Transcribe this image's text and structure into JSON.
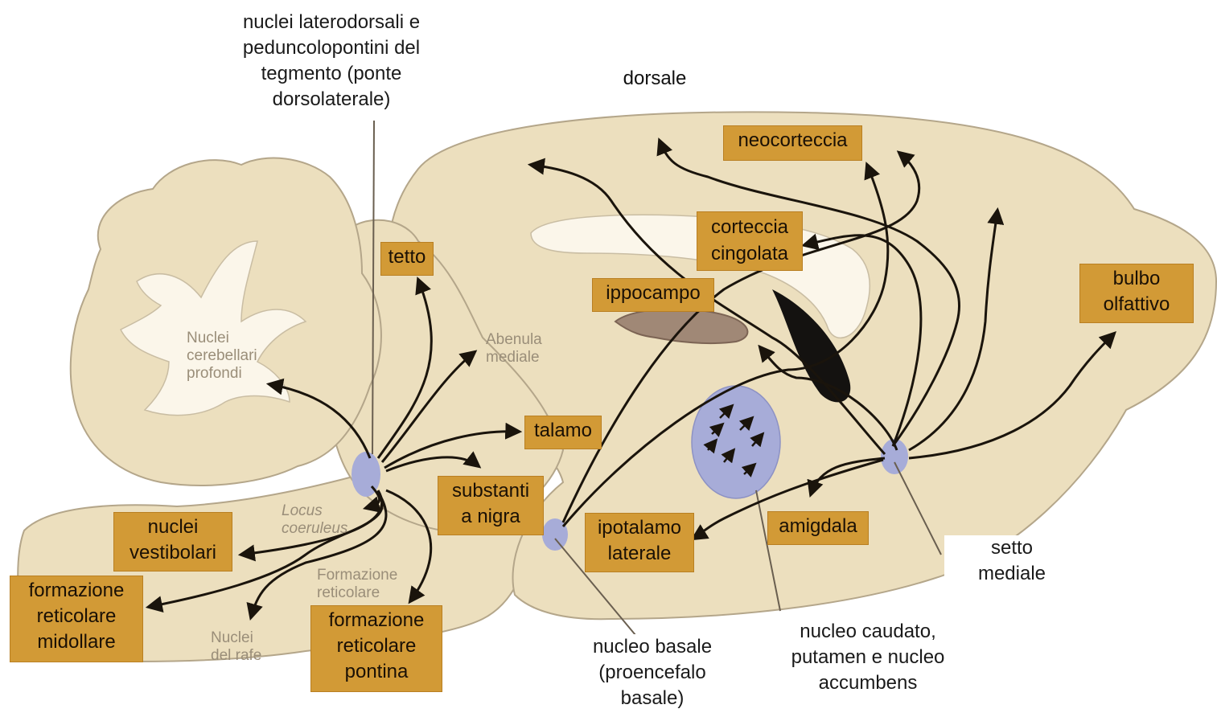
{
  "labels": {
    "nuclei_ldpt": [
      "nuclei laterodorsali e",
      "peduncolopontini del",
      "tegmento (ponte",
      "dorsolaterale)"
    ],
    "dorsale": "dorsale",
    "neocorteccia": "neocorteccia",
    "corteccia_cingolata": [
      "corteccia",
      "cingolata"
    ],
    "tetto": "tetto",
    "ippocampo": "ippocampo",
    "bulbo_olfattivo": [
      "bulbo",
      "olfattivo"
    ],
    "talamo": "talamo",
    "substantia_nigra": [
      "substanti",
      "a nigra"
    ],
    "nuclei_vestibolari": [
      "nuclei",
      "vestibolari"
    ],
    "ipotalamo_laterale": [
      "ipotalamo",
      "laterale"
    ],
    "amigdala": "amigdala",
    "setto_mediale": [
      "setto",
      "mediale"
    ],
    "formazione_reticolare_midollare": [
      "formazione",
      "reticolare",
      "midollare"
    ],
    "formazione_reticolare_pontina": [
      "formazione",
      "reticolare",
      "pontina"
    ],
    "nucleo_basale": [
      "nucleo basale",
      "(proencefalo",
      "basale)"
    ],
    "nucleo_caudato": [
      "nucleo caudato,",
      "putamen e nucleo",
      "accumbens"
    ]
  },
  "background_labels": {
    "nuclei_cerebellari": [
      "Nuclei",
      "cerebellari",
      "profondi"
    ],
    "abenula": [
      "Abenula",
      "mediale"
    ],
    "locus": [
      "Locus",
      "coeruleus"
    ],
    "formazione": [
      "Formazione",
      "reticolare"
    ],
    "nuclei_rafe": [
      "Nuclei",
      "del rafe"
    ]
  },
  "colors": {
    "brain": "#ecdfbe",
    "brain_outline": "#b4a68a",
    "label_box": "#d29a36",
    "nucleus": "#a7acd8",
    "arrow": "#1a140c"
  }
}
